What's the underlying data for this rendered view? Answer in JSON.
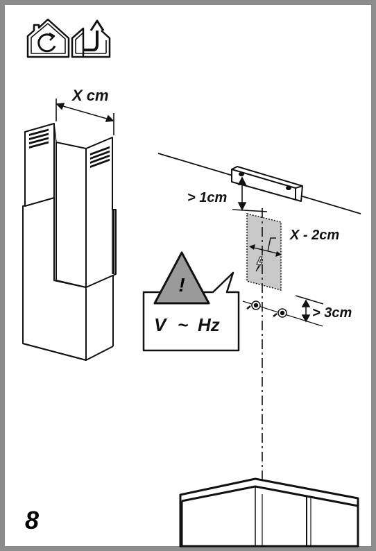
{
  "labels": {
    "width": "X cm",
    "clearance_top": "> 1cm",
    "socket_width": "X - 2cm",
    "clearance_screws": "> 3cm",
    "warning_symbol": "!",
    "voltage": "V",
    "tilde": "~",
    "frequency": "Hz"
  },
  "page_number": "8",
  "icons": [
    "recirculation-mode-icon",
    "extraction-mode-icon",
    "warning-triangle-icon",
    "electric-bolt-icon"
  ],
  "colors": {
    "border": "#8c8c8c",
    "ink": "#111111",
    "shading": "#c8c8c8",
    "warning_fill": "#9a9a9a"
  }
}
